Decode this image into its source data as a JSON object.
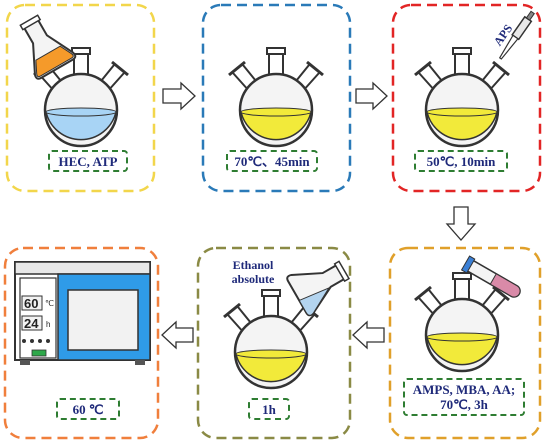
{
  "steps": [
    {
      "label": "HEC, ATP",
      "border": "#f2d64b",
      "liquid": "#a8d4f5"
    },
    {
      "label": "70℃、45min",
      "border": "#2a7ab8",
      "liquid": "#f2ea3a"
    },
    {
      "label": "50℃, 10min",
      "border": "#e22525",
      "liquid": "#f2ea3a",
      "reagent": "APS"
    },
    {
      "label_line1": "AMPS, MBA, AA;",
      "label_line2": "70℃, 3h",
      "border": "#e0a02a",
      "liquid": "#f2ea3a"
    },
    {
      "label": "1h",
      "border": "#8a8a45",
      "liquid": "#f2ea3a",
      "reagent_line1": "Ethanol",
      "reagent_line2": "absolute"
    },
    {
      "label": "60 ℃",
      "border": "#f07f3c"
    }
  ],
  "oven": {
    "temp_value": "60",
    "temp_unit": "℃",
    "time_value": "24",
    "time_unit": "h"
  },
  "colors": {
    "label_border": "#2e7d32",
    "label_text": "#1f2a7a",
    "flask_outline": "#333333",
    "oven_blue": "#2f9be8"
  }
}
